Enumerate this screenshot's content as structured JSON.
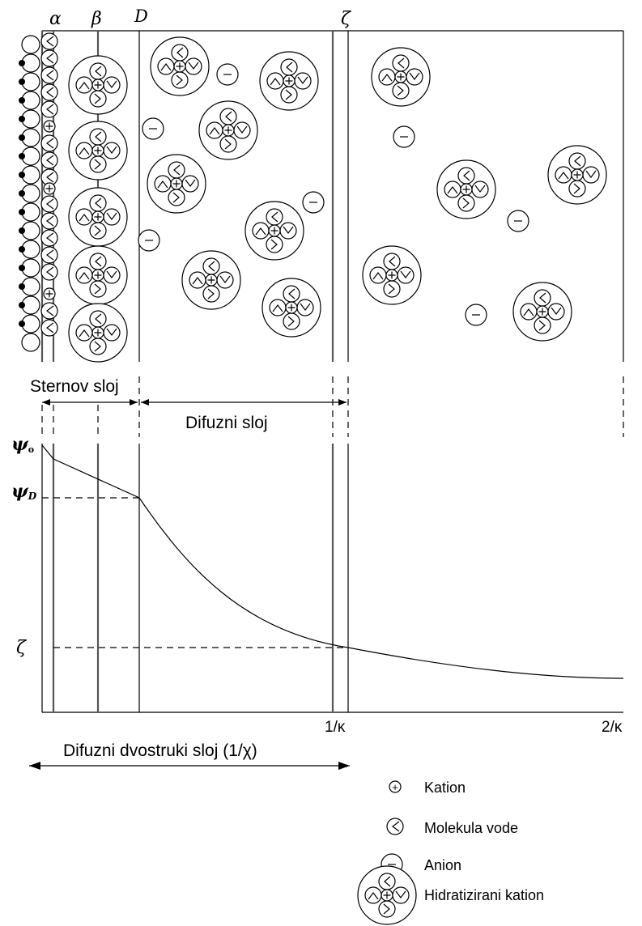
{
  "top_labels": {
    "alpha": "α",
    "beta": "β",
    "D": "D",
    "zeta": "ζ"
  },
  "layer_labels": {
    "stern": "Sternov sloj",
    "diffuse": "Difuzni sloj"
  },
  "potential_labels": {
    "psi0": "ψ",
    "psi0_sub": "o",
    "psiD": "ψ",
    "psiD_sub": "D",
    "zeta": "ζ"
  },
  "x_axis_labels": {
    "one_over_kappa": "1/κ",
    "two_over_kappa": "2/κ"
  },
  "double_layer_label": "Difuzni dvostruki sloj (1/χ)",
  "legend": {
    "cation": "Kation",
    "water": "Molekula vode",
    "anion": "Anion",
    "hydrated_cation": "Hidratizirani kation",
    "plus_symbol": "+",
    "minus_symbol": "−"
  }
}
